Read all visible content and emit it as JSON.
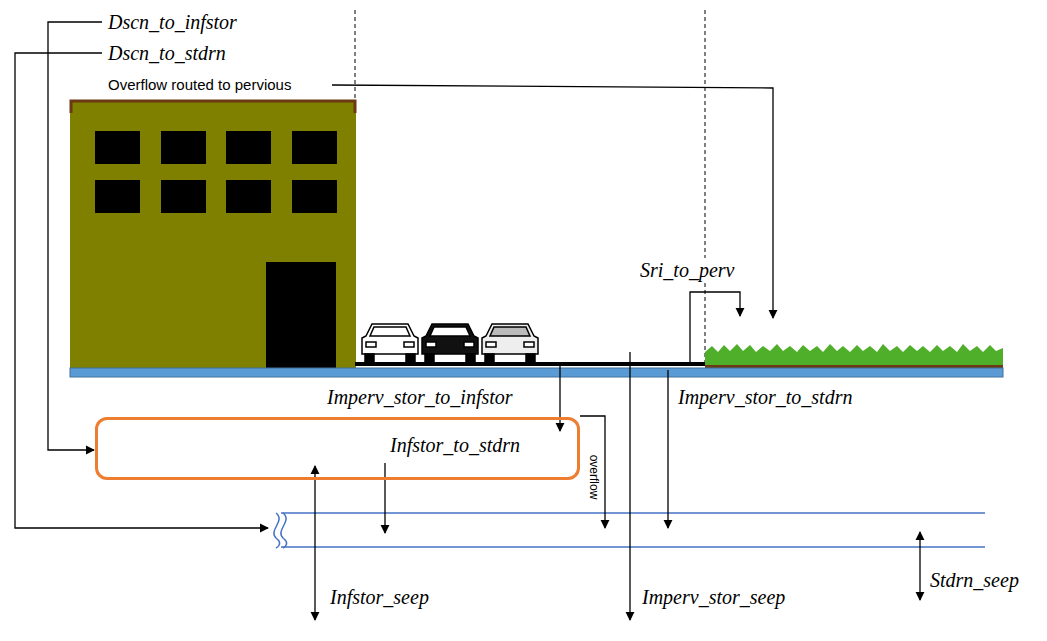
{
  "diagram": {
    "nodes": [
      {
        "text": [
          "Infstor_to_stdrn"
        ]
      }
    ],
    "labels": [
      "Dscn_to_infstor",
      "Dscn_to_stdrn",
      "Overflow routed to pervious",
      "Sri_to_perv",
      "Imperv_stor_to_infstor",
      "Imperv_stor_to_stdrn",
      "overflow",
      "Infstor_seep",
      "Imperv_stor_seep",
      "Stdrn_seep"
    ]
  }
}
